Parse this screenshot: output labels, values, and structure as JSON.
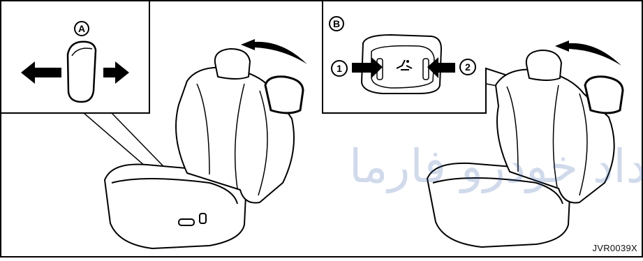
{
  "figure_id": "JVR0039X",
  "callouts": {
    "A": "A",
    "B": "B",
    "one": "1",
    "two": "2"
  },
  "watermark_text": "امداد خودرو فارما",
  "colors": {
    "line": "#000000",
    "background": "#ffffff",
    "watermark": "#2f5aa8"
  }
}
